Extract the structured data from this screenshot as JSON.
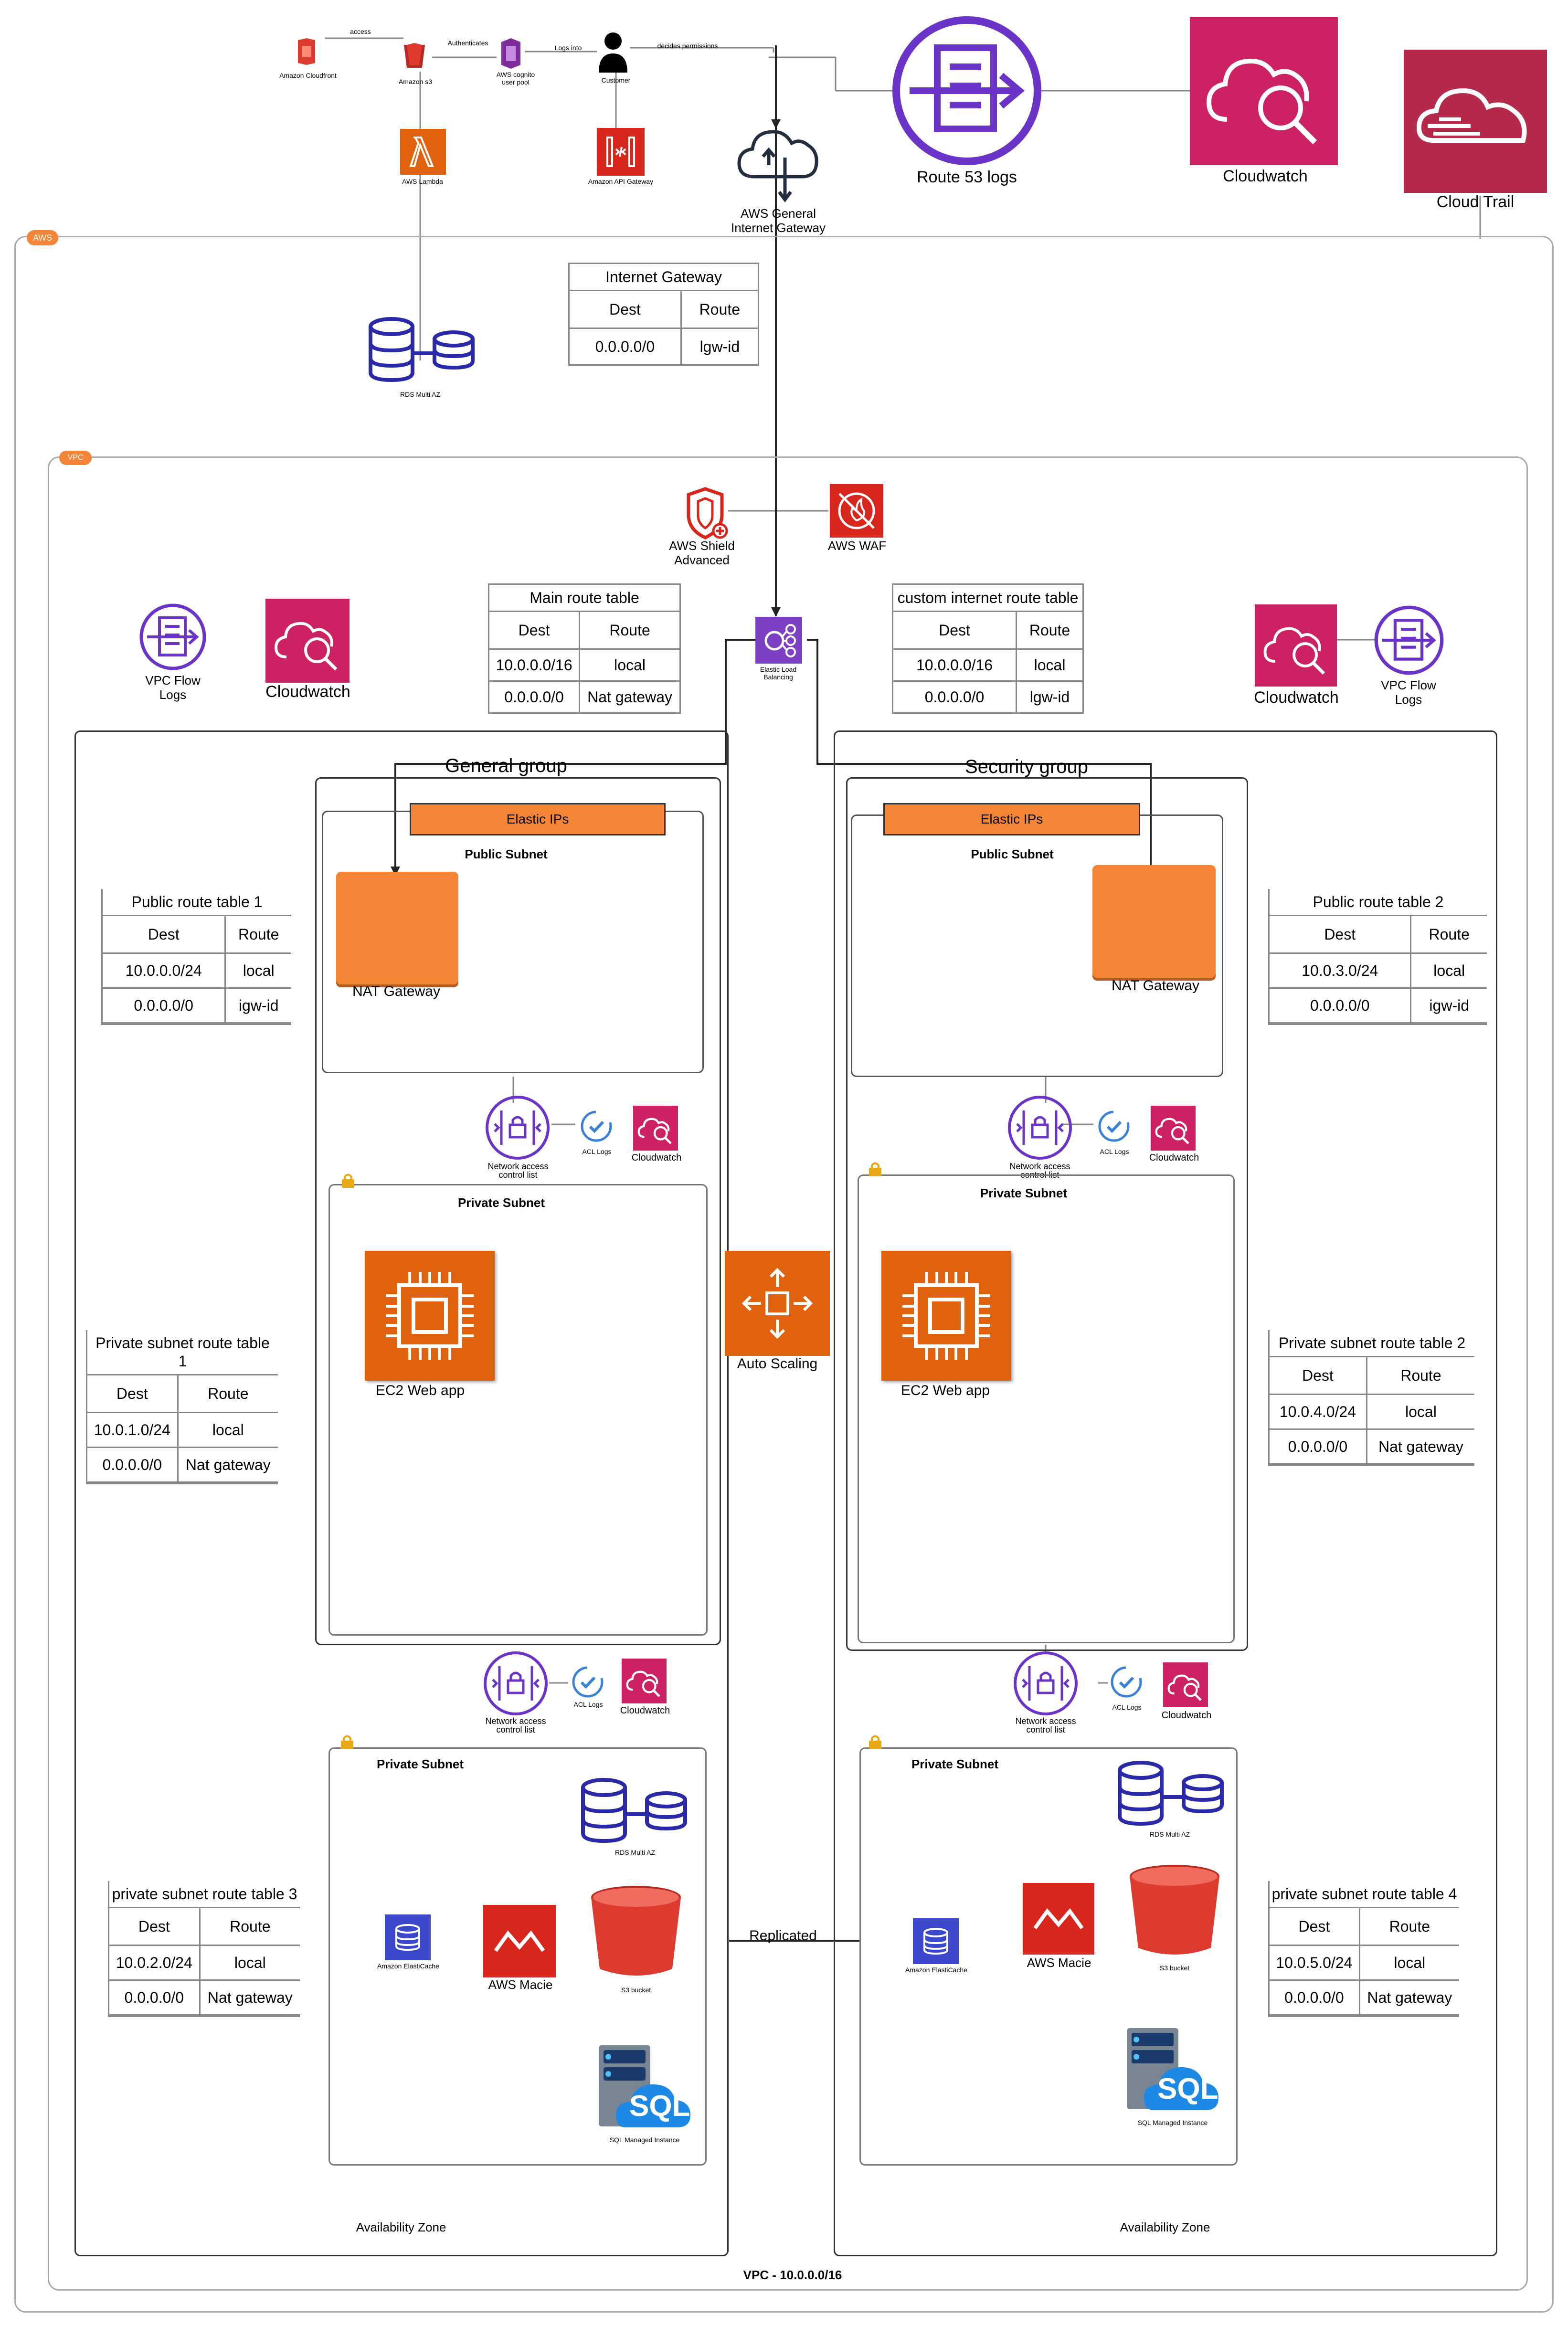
{
  "top": {
    "cloudfront": "Amazon Cloudfront",
    "access": "access",
    "s3": "Amazon s3",
    "authenticates": "Authenticates",
    "cognito": "AWS cognito\nuser pool",
    "logs_into": "Logs into",
    "customer": "Customer",
    "decides_permissions": "decides permissions",
    "lambda": "AWS Lambda",
    "api_gateway": "Amazon API Gateway",
    "rds_top": "RDS Multi AZ",
    "igw_icon_label": "AWS General\nInternet Gateway",
    "route53_logs": "Route 53 logs",
    "cloudwatch_top": "Cloudwatch",
    "cloudtrail": "Cloud Trail"
  },
  "internet_gateway_table": {
    "title": "Internet Gateway",
    "headers": [
      "Dest",
      "Route"
    ],
    "rows": [
      [
        "0.0.0.0/0",
        "lgw-id"
      ]
    ]
  },
  "vpc": {
    "badge": "VPC",
    "label": "VPC - 10.0.0.0/16",
    "shield": "AWS Shield\nAdvanced",
    "waf": "AWS WAF",
    "elb": "Elastic Load\nBalancing",
    "flow_logs_left": "VPC Flow\nLogs",
    "cloudwatch_left": "Cloudwatch",
    "flow_logs_right": "VPC Flow\nLogs",
    "cloudwatch_right": "Cloudwatch",
    "auto_scaling": "Auto Scaling",
    "replicated": "Replicated"
  },
  "aws_badge": "AWS",
  "main_route_table": {
    "title": "Main route table",
    "headers": [
      "Dest",
      "Route"
    ],
    "rows": [
      [
        "10.0.0.0/16",
        "local"
      ],
      [
        "0.0.0.0/0",
        "Nat gateway"
      ]
    ]
  },
  "custom_route_table": {
    "title": "custom internet route table",
    "headers": [
      "Dest",
      "Route"
    ],
    "rows": [
      [
        "10.0.0.0/16",
        "local"
      ],
      [
        "0.0.0.0/0",
        "lgw-id"
      ]
    ]
  },
  "left": {
    "group": "General group",
    "elastic_ips": "Elastic IPs",
    "public_subnet": "Public Subnet",
    "nat": "NAT Gateway",
    "nacl": "Network access\ncontrol list",
    "acl_logs": "ACL Logs",
    "cloudwatch": "Cloudwatch",
    "private_subnet_1": "Private Subnet",
    "ec2": "EC2 Web app",
    "nacl2": "Network access\ncontrol list",
    "acl_logs2": "ACL Logs",
    "cloudwatch2": "Cloudwatch",
    "private_subnet_2": "Private Subnet",
    "rds": "RDS Multi AZ",
    "elasticache": "Amazon ElastiCache",
    "macie": "AWS Macie",
    "s3": "S3 bucket",
    "sql_text": "SQL",
    "sql": "SQL Managed Instance",
    "az": "Availability Zone"
  },
  "right": {
    "group": "Security group",
    "elastic_ips": "Elastic IPs",
    "public_subnet": "Public Subnet",
    "nat": "NAT Gateway",
    "nacl": "Network access\ncontrol list",
    "acl_logs": "ACL Logs",
    "cloudwatch": "Cloudwatch",
    "private_subnet_1": "Private Subnet",
    "ec2": "EC2 Web app",
    "nacl2": "Network access\ncontrol list",
    "acl_logs2": "ACL Logs",
    "cloudwatch2": "Cloudwatch",
    "private_subnet_2": "Private Subnet",
    "rds": "RDS Multi AZ",
    "elasticache": "Amazon ElastiCache",
    "macie": "AWS Macie",
    "s3": "S3 bucket",
    "sql_text": "SQL",
    "sql": "SQL Managed Instance",
    "az": "Availability Zone"
  },
  "public_rt1": {
    "title": "Public route table 1",
    "headers": [
      "Dest",
      "Route"
    ],
    "rows": [
      [
        "10.0.0.0/24",
        "local"
      ],
      [
        "0.0.0.0/0",
        "igw-id"
      ]
    ]
  },
  "public_rt2": {
    "title": "Public route table 2",
    "headers": [
      "Dest",
      "Route"
    ],
    "rows": [
      [
        "10.0.3.0/24",
        "local"
      ],
      [
        "0.0.0.0/0",
        "igw-id"
      ]
    ]
  },
  "private_rt1": {
    "title": "Private subnet route table 1",
    "headers": [
      "Dest",
      "Route"
    ],
    "rows": [
      [
        "10.0.1.0/24",
        "local"
      ],
      [
        "0.0.0.0/0",
        "Nat gateway"
      ]
    ]
  },
  "private_rt2": {
    "title": "Private subnet route table 2",
    "headers": [
      "Dest",
      "Route"
    ],
    "rows": [
      [
        "10.0.4.0/24",
        "local"
      ],
      [
        "0.0.0.0/0",
        "Nat gateway"
      ]
    ]
  },
  "private_rt3": {
    "title": "private subnet route table 3",
    "headers": [
      "Dest",
      "Route"
    ],
    "rows": [
      [
        "10.0.2.0/24",
        "local"
      ],
      [
        "0.0.0.0/0",
        "Nat gateway"
      ]
    ]
  },
  "private_rt4": {
    "title": "private subnet route table 4",
    "headers": [
      "Dest",
      "Route"
    ],
    "rows": [
      [
        "10.0.5.0/24",
        "local"
      ],
      [
        "0.0.0.0/0",
        "Nat gateway"
      ]
    ]
  },
  "colors": {
    "orange": "#f58536",
    "purple": "#5a30b5",
    "pink": "#cc2264",
    "red": "#dd3b30",
    "navy": "#232f9e"
  }
}
